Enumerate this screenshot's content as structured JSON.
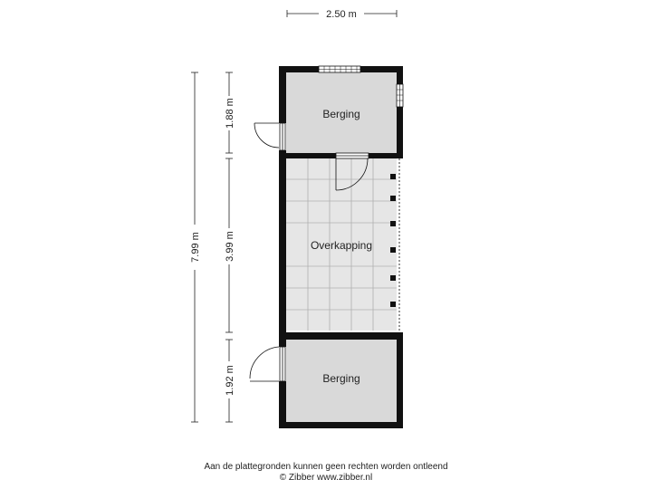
{
  "dimensions": {
    "width": "2.50 m",
    "total_length": "7.99 m",
    "berging_top": "1.88 m",
    "overkapping": "3.99 m",
    "berging_bottom": "1.92 m"
  },
  "rooms": {
    "berging_top": "Berging",
    "overkapping": "Overkapping",
    "berging_bottom": "Berging"
  },
  "footer": {
    "disclaimer": "Aan de plattegronden kunnen geen rechten worden ontleend",
    "copyright": "© Zibber www.zibber.nl"
  },
  "colors": {
    "wall": "#111111",
    "room_fill": "#d9d9d9",
    "tile_fill": "#e6e6e6",
    "dimension_line": "#222222"
  }
}
